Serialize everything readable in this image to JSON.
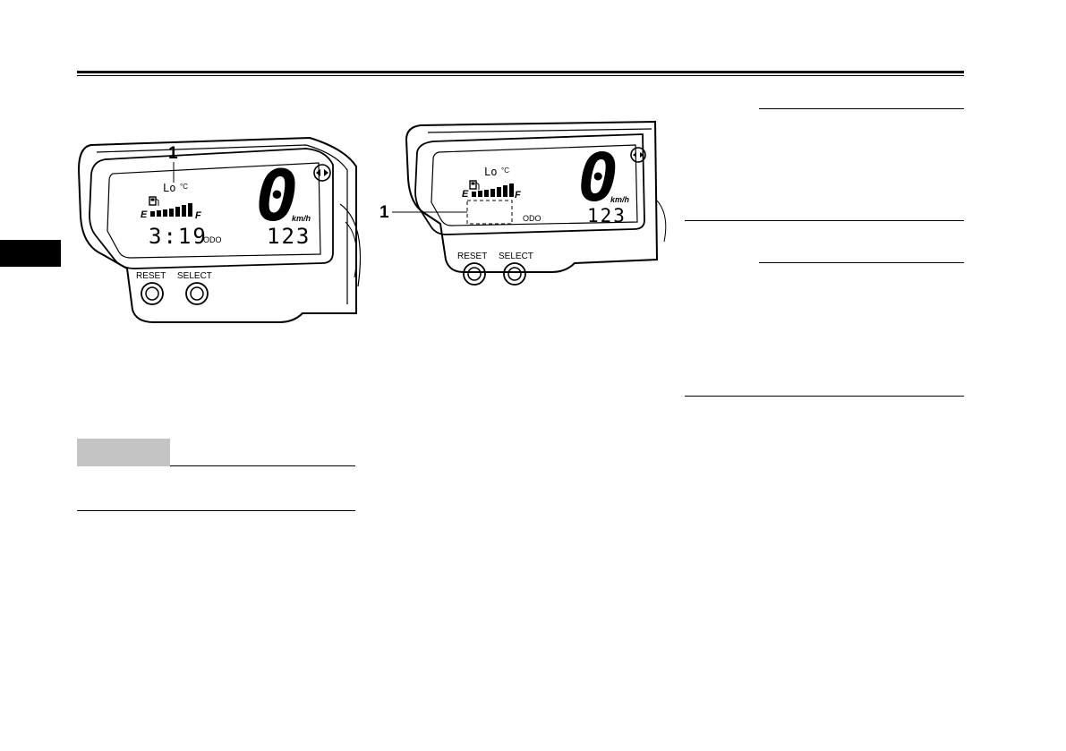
{
  "figure1": {
    "callout": "1",
    "temp_label": "Lo",
    "temp_unit": "°C",
    "fuel_e": "E",
    "fuel_f": "F",
    "clock": "3:19",
    "odo_label": "ODO",
    "odometer": "123",
    "speed": "0",
    "speed_unit": "km/h",
    "reset_label": "RESET",
    "select_label": "SELECT"
  },
  "figure2": {
    "callout": "1",
    "temp_label": "Lo",
    "temp_unit": "°C",
    "fuel_e": "E",
    "fuel_f": "F",
    "odo_label": "ODO",
    "odometer": "123",
    "speed": "0",
    "speed_unit": "km/h",
    "reset_label": "RESET",
    "select_label": "SELECT"
  }
}
